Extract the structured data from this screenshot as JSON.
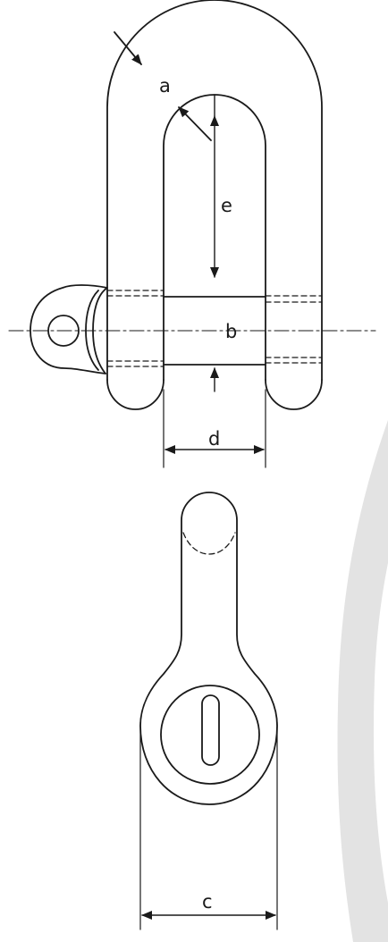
{
  "diagram": {
    "labels": {
      "a": "a",
      "b": "b",
      "c": "c",
      "d": "d",
      "e": "e"
    },
    "colors": {
      "line": "#1a1a1a",
      "background_band": "#e3e3e3"
    }
  }
}
